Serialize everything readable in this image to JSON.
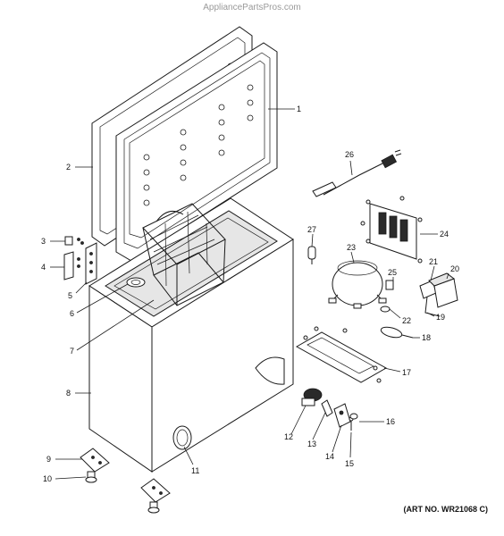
{
  "watermark": "AppliancePartsPros.com",
  "art_number": "(ART NO. WR21068 C)",
  "callouts": [
    "1",
    "2",
    "3",
    "4",
    "5",
    "6",
    "7",
    "8",
    "9",
    "10",
    "11",
    "12",
    "13",
    "14",
    "15",
    "16",
    "17",
    "18",
    "19",
    "20",
    "21",
    "22",
    "23",
    "24",
    "25",
    "26",
    "27"
  ]
}
